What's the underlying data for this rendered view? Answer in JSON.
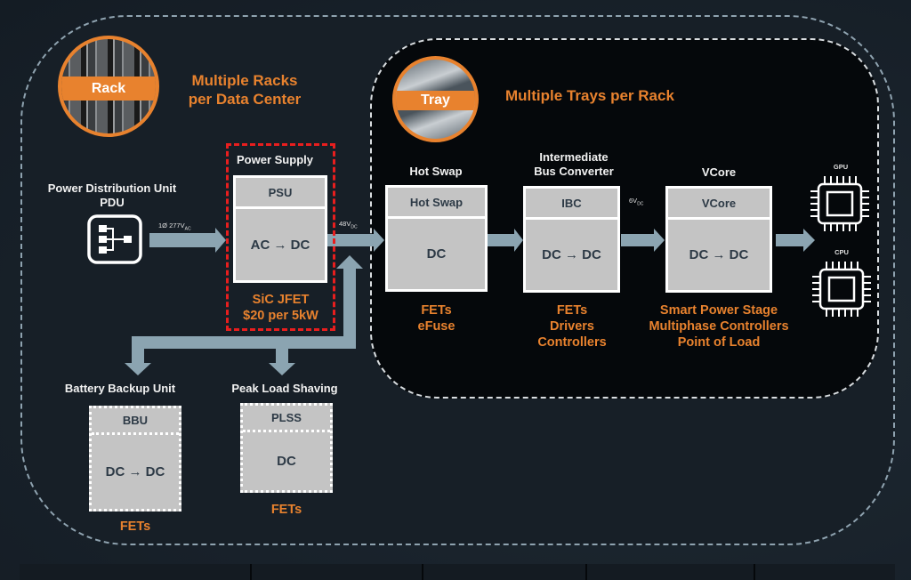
{
  "rack": {
    "badge_label": "Rack",
    "title_line1": "Multiple Racks",
    "title_line2": "per Data Center"
  },
  "tray": {
    "badge_label": "Tray",
    "title": "Multiple Trays per Rack"
  },
  "pdu": {
    "title_line1": "Power Distribution Unit",
    "title_line2": "PDU",
    "icon": "power-distribution-icon",
    "output_label": "1Ø 277V",
    "output_sub": "AC"
  },
  "psu": {
    "section_title": "Power Supply",
    "header": "PSU",
    "body": "AC → DC",
    "note_line1": "SiC JFET",
    "note_line2": "$20 per 5kW",
    "output_label": "48V",
    "output_sub": "DC"
  },
  "hot_swap": {
    "section_title": "Hot Swap",
    "header": "Hot Swap",
    "body": "DC",
    "note_line1": "FETs",
    "note_line2": "eFuse"
  },
  "ibc": {
    "section_title_line1": "Intermediate",
    "section_title_line2": "Bus Converter",
    "header": "IBC",
    "body": "DC → DC",
    "note_line1": "FETs",
    "note_line2": "Drivers",
    "note_line3": "Controllers",
    "output_label": "6V",
    "output_sub": "DC"
  },
  "vcore": {
    "section_title": "VCore",
    "header": "VCore",
    "body": "DC → DC",
    "note_line1": "Smart Power Stage",
    "note_line2": "Multiphase Controllers",
    "note_line3": "Point of Load"
  },
  "loads": {
    "gpu_label": "GPU",
    "cpu_label": "CPU"
  },
  "bbu": {
    "section_title": "Battery Backup Unit",
    "header": "BBU",
    "body": "DC → DC",
    "note": "FETs"
  },
  "plss": {
    "section_title": "Peak Load Shaving",
    "header": "PLSS",
    "body": "DC",
    "note": "FETs"
  },
  "colors": {
    "accent_orange": "#e8822e",
    "arrow": "#8ba4b1",
    "highlight_red": "#e81e1e",
    "block_fill": "#c4c4c4"
  }
}
